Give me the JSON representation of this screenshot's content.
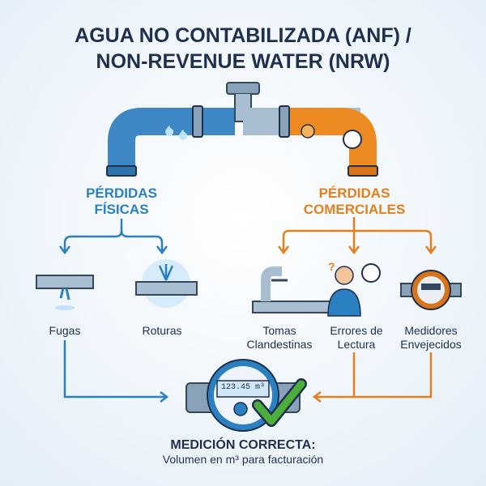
{
  "title": {
    "line1": "AGUA NO CONTABILIZADA (ANF) /",
    "line2": "NON-REVENUE WATER (NRW)"
  },
  "physical": {
    "line1": "PÉRDIDAS",
    "line2": "FÍSICAS",
    "items": [
      {
        "label": "Fugas"
      },
      {
        "label": "Roturas"
      }
    ]
  },
  "commercial": {
    "line1": "PÉRDIDAS",
    "line2": "COMERCIALES",
    "items": [
      {
        "line1": "Tomas",
        "line2": "Clandestinas"
      },
      {
        "line1": "Errores de",
        "line2": "Lectura"
      },
      {
        "line1": "Medidores",
        "line2": "Envejecidos"
      }
    ]
  },
  "meter": {
    "reading": "123.45 m³"
  },
  "result": {
    "title": "MEDICIÓN CORRECTA:",
    "subtitle": "Volumen en m³ para facturación"
  },
  "colors": {
    "blue": "#2b80c2",
    "orange": "#e57f1c",
    "navy": "#1f2f4e",
    "green": "#4caf3c"
  }
}
